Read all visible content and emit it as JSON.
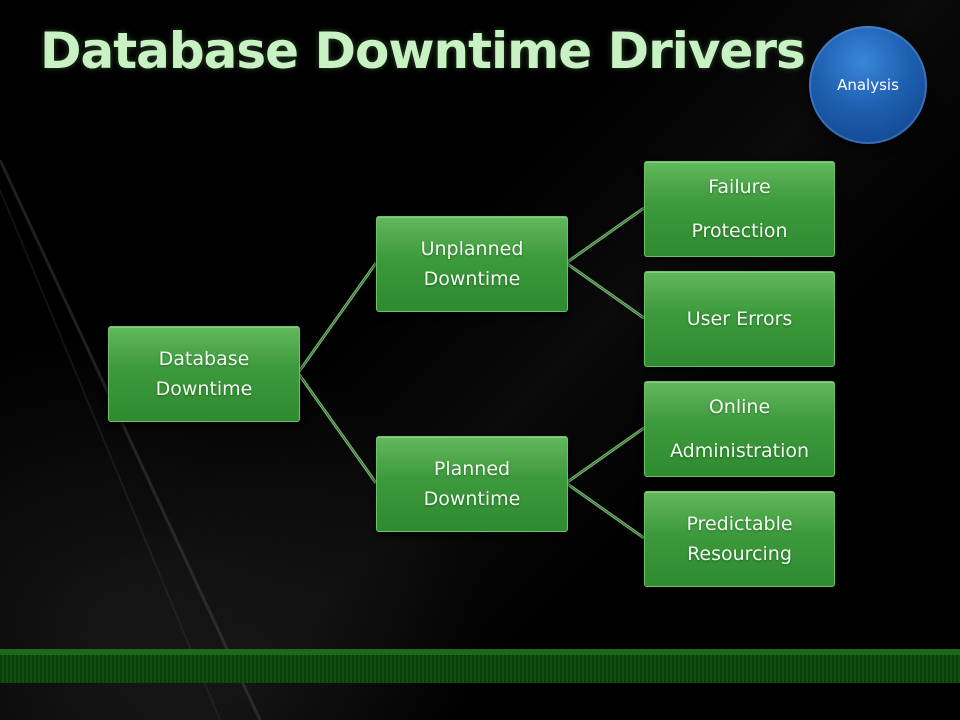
{
  "slide": {
    "title": "Database Downtime Drivers",
    "badge_label": "Analysis"
  },
  "tree": {
    "root": {
      "lines": [
        "Database",
        "Downtime"
      ]
    },
    "branches": [
      {
        "lines": [
          "Unplanned",
          "Downtime"
        ],
        "leaves": [
          {
            "lines": [
              "Failure",
              "Protection"
            ]
          },
          {
            "lines": [
              "User Errors"
            ]
          }
        ]
      },
      {
        "lines": [
          "Planned",
          "Downtime"
        ],
        "leaves": [
          {
            "lines": [
              "Online",
              "Administration"
            ]
          },
          {
            "lines": [
              "Predictable",
              "Resourcing"
            ]
          }
        ]
      }
    ]
  },
  "colors": {
    "title": "#c9f2c4",
    "node_fill": "#3c9a3c",
    "connector": "#8fd68a",
    "badge": "#1e5fb0",
    "footer": "#124f12"
  }
}
